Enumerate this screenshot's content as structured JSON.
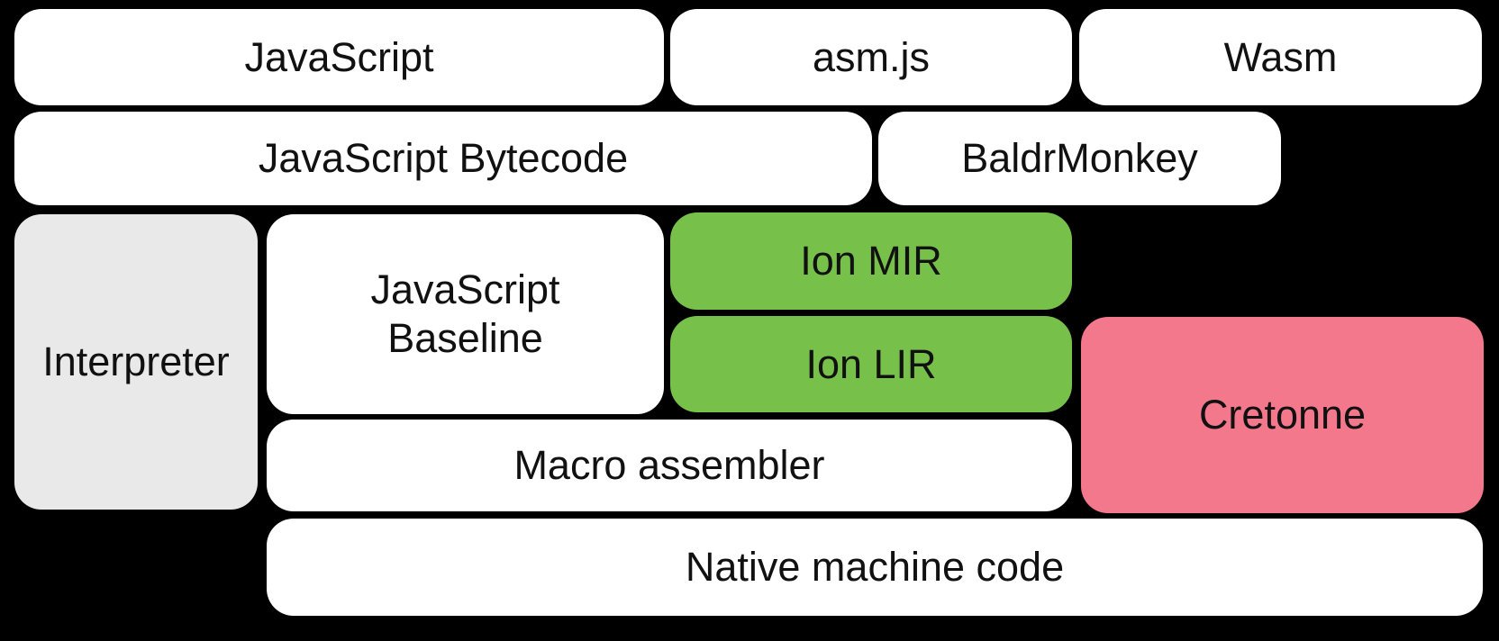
{
  "diagram": {
    "background_color": "#000000",
    "text_color": "#111111",
    "colors": {
      "default": "#ffffff",
      "interpreter": "#e9e9e9",
      "ion": "#77c04a",
      "cretonne": "#f4788c"
    },
    "boxes": [
      {
        "id": "javascript",
        "label": "JavaScript",
        "color": "default"
      },
      {
        "id": "asmjs",
        "label": "asm.js",
        "color": "default"
      },
      {
        "id": "wasm",
        "label": "Wasm",
        "color": "default"
      },
      {
        "id": "javascript-bytecode",
        "label": "JavaScript Bytecode",
        "color": "default"
      },
      {
        "id": "baldrmonkey",
        "label": "BaldrMonkey",
        "color": "default"
      },
      {
        "id": "interpreter",
        "label": "Interpreter",
        "color": "interpreter"
      },
      {
        "id": "javascript-baseline",
        "label": "JavaScript Baseline",
        "color": "default"
      },
      {
        "id": "ion-mir",
        "label": "Ion MIR",
        "color": "ion"
      },
      {
        "id": "ion-lir",
        "label": "Ion LIR",
        "color": "ion"
      },
      {
        "id": "cretonne",
        "label": "Cretonne",
        "color": "cretonne"
      },
      {
        "id": "macro-assembler",
        "label": "Macro assembler",
        "color": "default"
      },
      {
        "id": "native-machine-code",
        "label": "Native machine code",
        "color": "default"
      }
    ]
  }
}
